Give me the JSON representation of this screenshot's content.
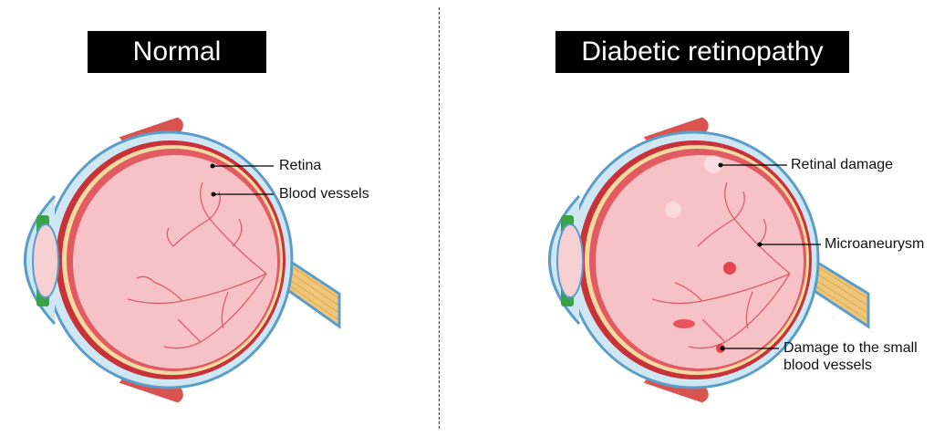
{
  "left_panel": {
    "title": "Normal",
    "labels": {
      "retina": "Retina",
      "blood_vessels": "Blood vessels"
    }
  },
  "right_panel": {
    "title": "Diabetic retinopathy",
    "labels": {
      "retinal_damage": "Retinal damage",
      "microaneurysm": "Microaneurysm",
      "damage_line1": "Damage to the small",
      "damage_line2": "blood vessels"
    }
  },
  "colors": {
    "sclera_outer": "#5b9dc9",
    "sclera_fill": "#cfe6f3",
    "choroid": "#c8323a",
    "retina_band": "#f2dba0",
    "vitreous": "#f6c2c6",
    "vessel": "#d8606a",
    "optic_nerve": "#f0c77a",
    "muscle": "#d9534f",
    "iris_green": "#3aa34a"
  }
}
